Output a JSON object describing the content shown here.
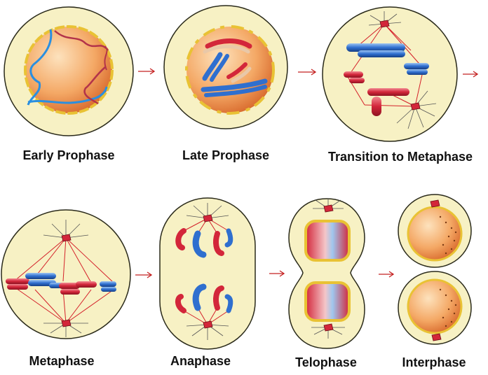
{
  "diagram": {
    "colors": {
      "cell_fill": "#f7f1c4",
      "cell_stroke": "#2a2a1a",
      "nucleus_light": "#fbd7a8",
      "nucleus_dark": "#e07a38",
      "membrane": "#e9c234",
      "chromosome_red": "#d3263a",
      "chromosome_blue": "#2f6fcf",
      "spindle": "#d4212a",
      "arrow": "#c42020"
    },
    "stages": [
      {
        "id": "early-prophase",
        "label": "Early Prophase"
      },
      {
        "id": "late-prophase",
        "label": "Late Prophase"
      },
      {
        "id": "transition-to-metaphase",
        "label": "Transition to Metaphase"
      },
      {
        "id": "metaphase",
        "label": "Metaphase"
      },
      {
        "id": "anaphase",
        "label": "Anaphase"
      },
      {
        "id": "telophase",
        "label": "Telophase"
      },
      {
        "id": "interphase",
        "label": "Interphase"
      }
    ],
    "arrow_icon": "right-arrow-icon"
  }
}
